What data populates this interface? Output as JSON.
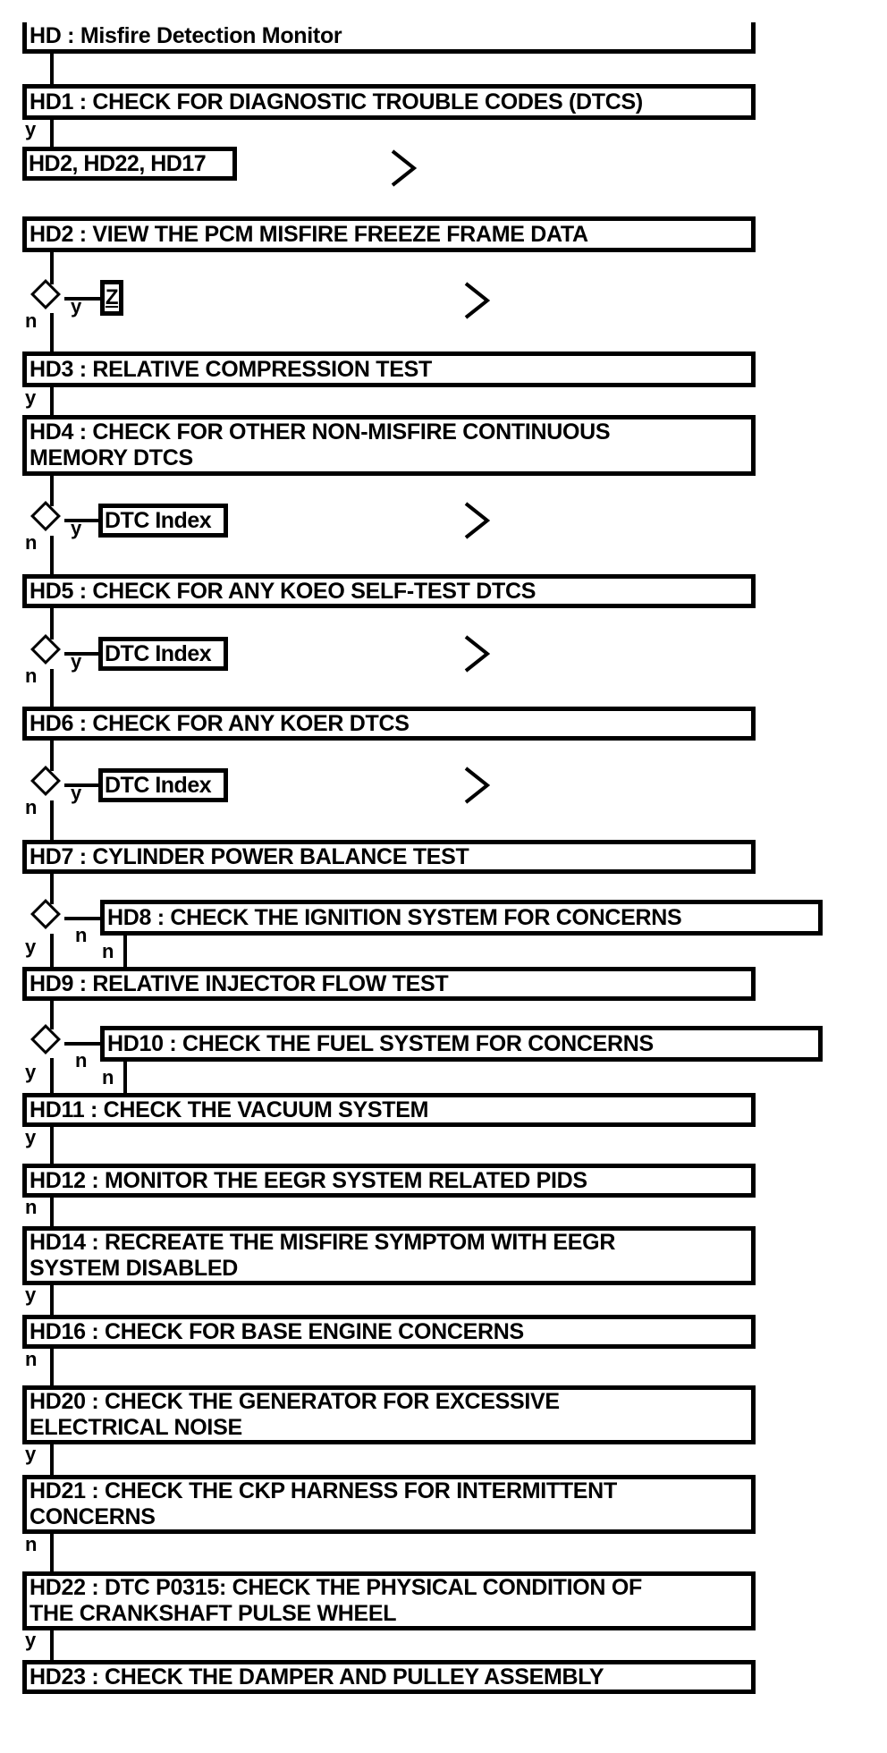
{
  "title": "HD : Misfire Detection Monitor",
  "labels": {
    "yes": "y",
    "no": "n"
  },
  "links": {
    "codes": "HD2, HD22, HD17",
    "z": "Z",
    "dtc_index": "DTC Index"
  },
  "nodes": {
    "hd1": "HD1 : CHECK FOR DIAGNOSTIC TROUBLE CODES (DTCS)",
    "hd2": "HD2 : VIEW THE PCM MISFIRE FREEZE FRAME DATA",
    "hd3": "HD3 : RELATIVE COMPRESSION TEST",
    "hd4": "HD4 : CHECK FOR OTHER NON-MISFIRE CONTINUOUS\nMEMORY DTCS",
    "hd5": "HD5 : CHECK FOR ANY KOEO SELF-TEST DTCS",
    "hd6": "HD6 : CHECK FOR ANY KOER DTCS",
    "hd7": "HD7 : CYLINDER POWER BALANCE TEST",
    "hd8": "HD8 : CHECK THE IGNITION SYSTEM FOR CONCERNS",
    "hd9": "HD9 : RELATIVE INJECTOR FLOW TEST",
    "hd10": "HD10 : CHECK THE FUEL SYSTEM FOR CONCERNS",
    "hd11": "HD11 : CHECK THE VACUUM SYSTEM",
    "hd12": "HD12 : MONITOR THE EEGR SYSTEM RELATED PIDS",
    "hd14": "HD14 : RECREATE THE MISFIRE SYMPTOM WITH EEGR\nSYSTEM DISABLED",
    "hd16": "HD16 : CHECK FOR BASE ENGINE CONCERNS",
    "hd20": "HD20 : CHECK THE GENERATOR FOR EXCESSIVE\nELECTRICAL NOISE",
    "hd21": "HD21 : CHECK THE CKP HARNESS FOR INTERMITTENT\nCONCERNS",
    "hd22": "HD22 : DTC P0315: CHECK THE PHYSICAL CONDITION OF\nTHE CRANKSHAFT PULSE WHEEL",
    "hd23": "HD23 : CHECK THE DAMPER AND PULLEY ASSEMBLY"
  }
}
